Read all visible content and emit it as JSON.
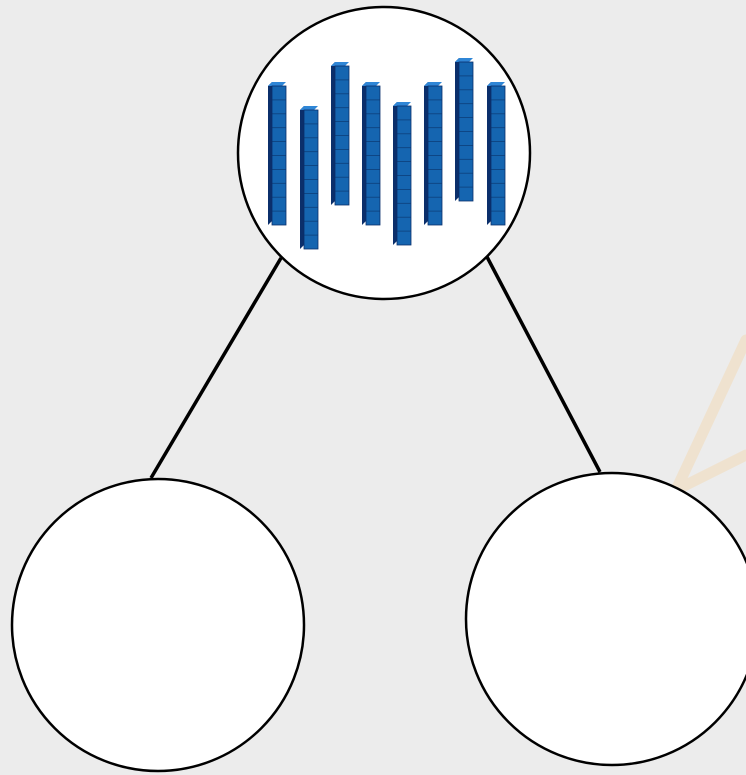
{
  "diagram": {
    "nodes": [
      {
        "id": "root",
        "content": "base-ten-rods",
        "rod_count": 8
      },
      {
        "id": "left-child",
        "content": "empty"
      },
      {
        "id": "right-child",
        "content": "empty"
      }
    ],
    "edges": [
      {
        "from": "root",
        "to": "left-child"
      },
      {
        "from": "root",
        "to": "right-child"
      }
    ]
  },
  "colors": {
    "background": "#ececec",
    "circle_fill": "#ffffff",
    "circle_stroke": "#000000",
    "connector": "#000000",
    "rod_front": "#1565b0",
    "rod_side": "#0b2f6b",
    "rod_top": "#2f86d6",
    "rod_segment_line": "#0d3f7a",
    "decor_stroke": "#efe2cf"
  }
}
